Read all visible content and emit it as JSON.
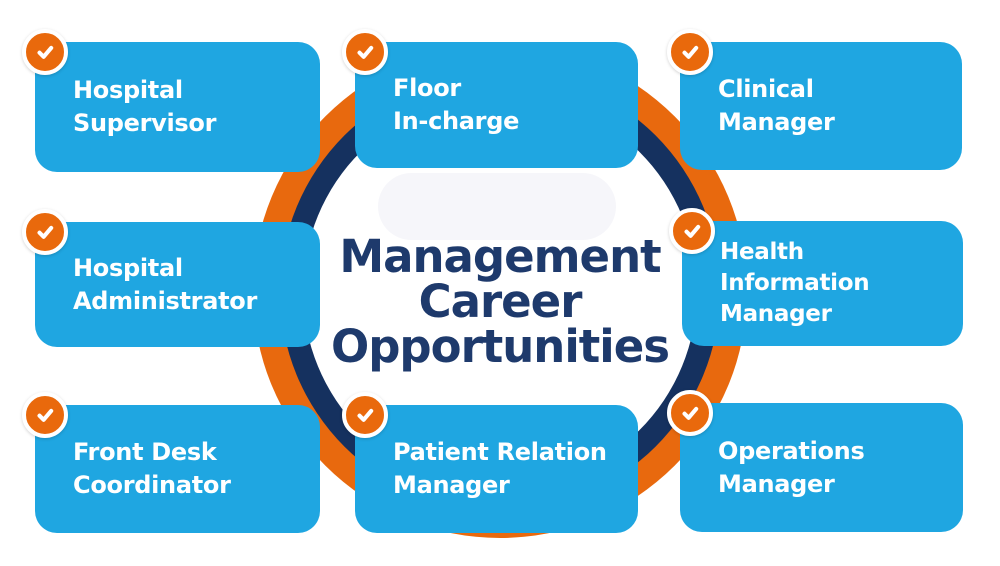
{
  "diagram": {
    "title_lines": [
      "Management",
      "Career",
      "Opportunities"
    ],
    "title_text": "Management Career Opportunities"
  },
  "cards": [
    {
      "id": "hospital-supervisor",
      "label": "Hospital\nSupervisor"
    },
    {
      "id": "floor-in-charge",
      "label": "Floor\nIn-charge"
    },
    {
      "id": "clinical-manager",
      "label": "Clinical\nManager"
    },
    {
      "id": "hospital-administrator",
      "label": "Hospital\nAdministrator"
    },
    {
      "id": "health-information-manager",
      "label": "Health\nInformation\nManager"
    },
    {
      "id": "front-desk-coordinator",
      "label": "Front Desk\nCoordinator"
    },
    {
      "id": "patient-relation-manager",
      "label": "Patient Relation\nManager"
    },
    {
      "id": "operations-manager",
      "label": "Operations\nManager"
    }
  ],
  "badge": {
    "icon": "checkmark",
    "fill": "#e9690c",
    "ring": "#ffffff",
    "mark": "#ffffff"
  },
  "colors": {
    "card_blue": "#1fa6e1",
    "card_text": "#ffffff",
    "wheel_orange": "#e8690e",
    "wheel_navy": "#15315f",
    "wheel_face": "#ffffff",
    "title_navy": "#1e3a6c",
    "background": "#ffffff"
  }
}
